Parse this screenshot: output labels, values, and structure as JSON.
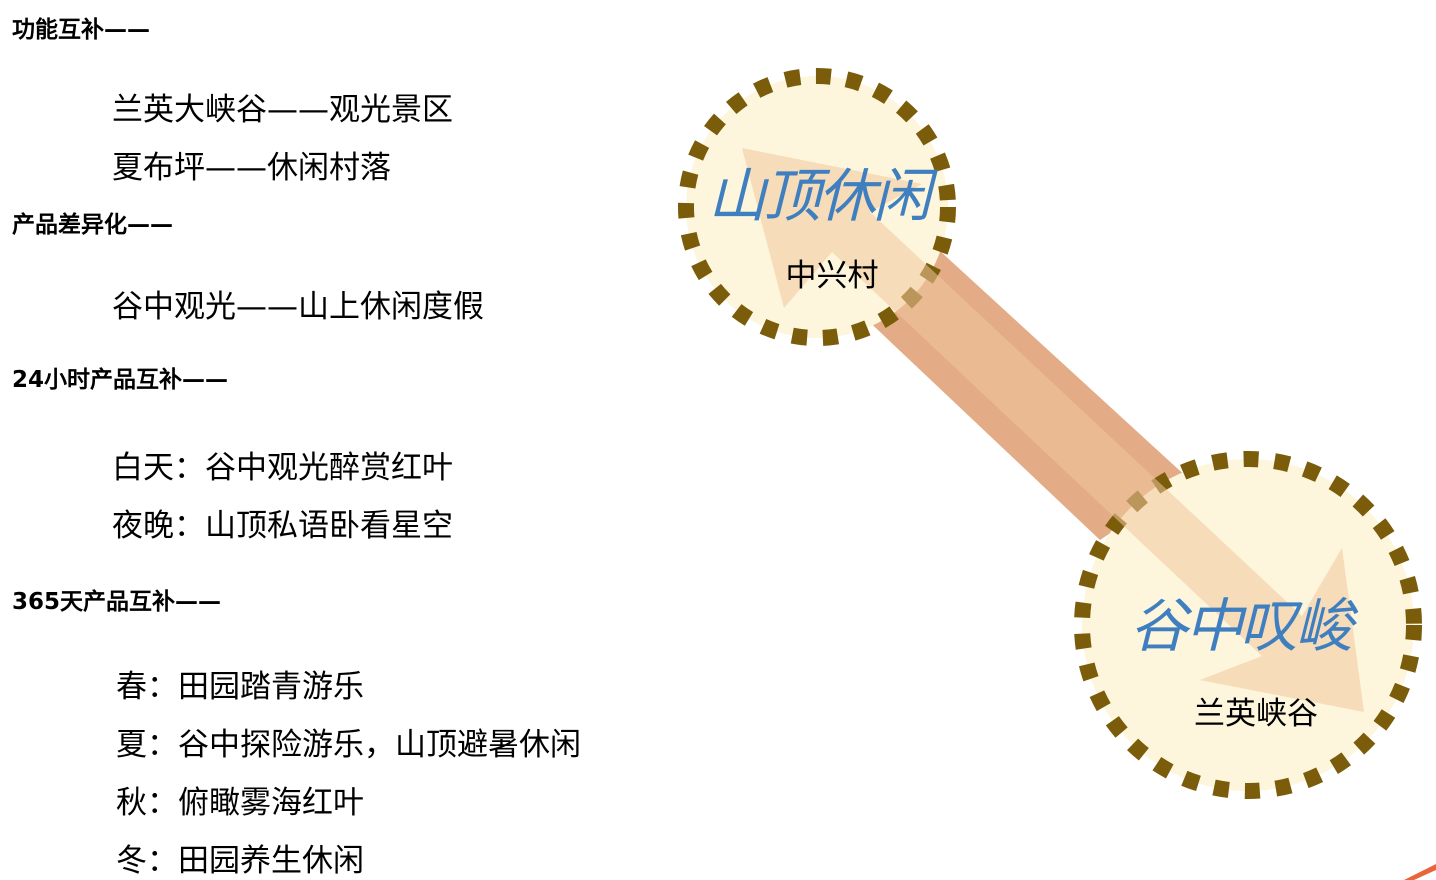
{
  "sections": [
    {
      "heading": "功能互补——",
      "items": [
        "兰英大峡谷——观光景区",
        "夏布坪——休闲村落"
      ]
    },
    {
      "heading": "产品差异化——",
      "items": [
        "谷中观光——山上休闲度假"
      ]
    },
    {
      "heading": "24小时产品互补——",
      "items": [
        "白天：谷中观光醉赏红叶",
        "夜晚：山顶私语卧看星空"
      ]
    },
    {
      "heading": "365天产品互补——",
      "items": [
        "春：田园踏青游乐",
        "夏：谷中探险游乐，山顶避暑休闲",
        "秋：俯瞰雾海红叶",
        "冬：田园养生休闲"
      ]
    }
  ],
  "diagram": {
    "top_circle": {
      "title": "山顶休闲",
      "subtitle": "中兴村"
    },
    "bottom_circle": {
      "title": "谷中叹峻",
      "subtitle": "兰英峡谷"
    }
  },
  "colors": {
    "dot_ring": "#7a5c0a",
    "circle_fill": "#fdf5dc",
    "arrow": "#e2a77f",
    "arrow_light": "#f3d4ac",
    "title_blue": "#3f7fc0"
  }
}
